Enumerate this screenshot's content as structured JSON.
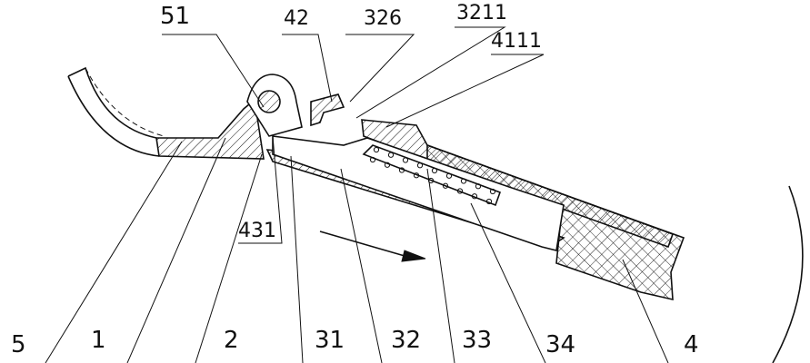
{
  "labels": {
    "l51": "51",
    "l42": "42",
    "l326": "326",
    "l3211": "3211",
    "l4111": "4111",
    "l431": "431",
    "l5": "5",
    "l1": "1",
    "l2": "2",
    "l31": "31",
    "l32": "32",
    "l33": "33",
    "l34": "34",
    "l4": "4"
  },
  "colors": {
    "line": "#111111",
    "background": "#ffffff"
  },
  "icons": {
    "direction_arrow": "arrow-right-down"
  }
}
